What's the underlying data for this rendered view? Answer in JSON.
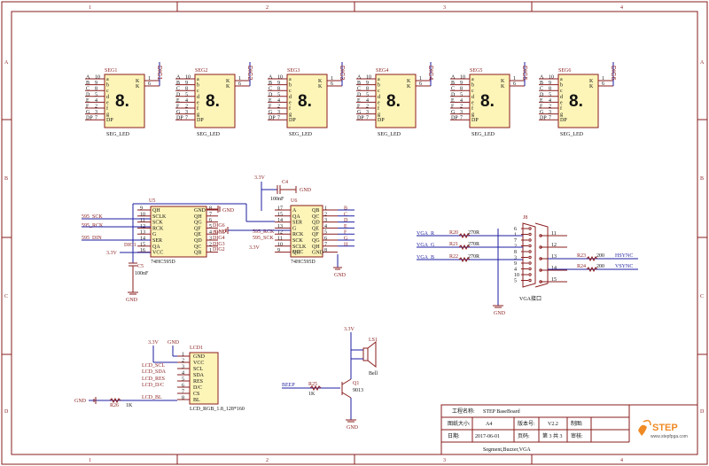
{
  "frame": {
    "columns": [
      "1",
      "2",
      "3",
      "4"
    ],
    "rows": [
      "A",
      "B",
      "C",
      "D"
    ]
  },
  "segments": [
    {
      "ref": "SEG1",
      "bit": "DIG1",
      "glyph": "8.",
      "value": "SEG_LED"
    },
    {
      "ref": "SEG2",
      "bit": "DIG2",
      "glyph": "8.",
      "value": "SEG_LED"
    },
    {
      "ref": "SEG3",
      "bit": "DIG3",
      "glyph": "8.",
      "value": "SEG_LED"
    },
    {
      "ref": "SEG4",
      "bit": "DIG4",
      "glyph": "8.",
      "value": "SEG_LED"
    },
    {
      "ref": "SEG5",
      "bit": "DIG5",
      "glyph": "8.",
      "value": "SEG_LED"
    },
    {
      "ref": "SEG6",
      "bit": "DIG6",
      "glyph": "8.",
      "value": "SEG_LED"
    }
  ],
  "seg_pins": {
    "left_names": [
      "A",
      "B",
      "C",
      "D",
      "E",
      "F",
      "G",
      "DP"
    ],
    "left_nums": [
      "10",
      "9",
      "8",
      "5",
      "4",
      "2",
      "3",
      "7"
    ],
    "inner": [
      "a",
      "b",
      "c",
      "d",
      "e",
      "f",
      "g",
      "DP"
    ],
    "k_label": "K",
    "k_nums": [
      "1",
      "6"
    ]
  },
  "u5": {
    "ref": "U5",
    "part": "74HC595D",
    "left_pins": [
      "QH",
      "SCLK",
      "SCK",
      "RCK",
      "G",
      "SER",
      "QA",
      "VCC"
    ],
    "left_nums": [
      "9",
      "10",
      "11",
      "12",
      "13",
      "14",
      "15",
      "16"
    ],
    "right_pins": [
      "GND",
      "QH",
      "QG",
      "QF",
      "QE",
      "QD",
      "QC",
      "QB"
    ],
    "right_nums": [
      "8",
      "7",
      "6",
      "5",
      "4",
      "3",
      "2",
      "1"
    ],
    "nets_left": [
      "595_SCK",
      "595_RCK",
      "595_DIN"
    ],
    "nets_right": [
      "DIG6",
      "DIG5",
      "DIG4",
      "DIG3",
      "DIG2",
      "DIG1"
    ],
    "gnd": "GND",
    "vcc": "3.3V"
  },
  "u6": {
    "ref": "U6",
    "part": "74HC595D",
    "left_pins": [
      "A",
      "QA",
      "SER",
      "G",
      "RCK",
      "SCK",
      "SCLK",
      "QH"
    ],
    "left_nums": [
      "17",
      "15",
      "14",
      "13",
      "12",
      "11",
      "10",
      "9"
    ],
    "left_vcc": "VCC",
    "right_pins": [
      "QB",
      "QC",
      "QD",
      "QE",
      "QF",
      "QG",
      "QH",
      "GND"
    ],
    "right_nums": [
      "1",
      "2",
      "3",
      "4",
      "5",
      "6",
      "7",
      "8"
    ],
    "outs": [
      "B",
      "C",
      "D",
      "E",
      "F",
      "G",
      "H"
    ],
    "nets_left": [
      "595_RCK",
      "595_SCK"
    ],
    "vcc": "3.3V",
    "gnd": "GND"
  },
  "caps": {
    "c4": {
      "ref": "C4",
      "value": "100nF",
      "vcc": "3.3V",
      "gnd": "GND"
    },
    "c5": {
      "ref": "C5",
      "value": "100nF",
      "gnd": "GND"
    }
  },
  "vga": {
    "ref": "J8",
    "name": "VGA接口",
    "nets": [
      "VGA_R",
      "VGA_G",
      "VGA_B"
    ],
    "resistors": [
      {
        "ref": "R20",
        "value": "270R"
      },
      {
        "ref": "R21",
        "value": "270R"
      },
      {
        "ref": "R22",
        "value": "270R"
      }
    ],
    "pins_left": [
      "6",
      "1",
      "7",
      "2",
      "8",
      "3",
      "9",
      "4",
      "10",
      "5"
    ],
    "pins_right": [
      "11",
      "12",
      "13",
      "14",
      "15"
    ],
    "sync": [
      {
        "ref": "R23",
        "value": "200",
        "net": "HSYNC"
      },
      {
        "ref": "R24",
        "value": "200",
        "net": "VSYNC"
      }
    ],
    "gnd": "GND"
  },
  "lcd": {
    "ref": "LCD1",
    "part": "LCD_RGB_1.8_128*160",
    "pins": [
      "GND",
      "VCC",
      "SCL",
      "SDA",
      "RES",
      "D/C",
      "CS",
      "BL"
    ],
    "nums": [
      "1",
      "2",
      "3",
      "4",
      "5",
      "6",
      "7",
      "8"
    ],
    "nets": [
      "LCD_SCL",
      "LCD_SDA",
      "LCD_RES",
      "LCD_D/C",
      "LCD_BL"
    ],
    "vcc": "3.3V",
    "gnd": "GND",
    "res": {
      "ref": "R26",
      "value": "1K"
    }
  },
  "buzzer": {
    "net": "BEEP",
    "res": {
      "ref": "R25",
      "value": "1K"
    },
    "q": {
      "ref": "Q1",
      "part": "9013"
    },
    "ls": {
      "ref": "LS1",
      "part": "Bell"
    },
    "vcc": "3.3V",
    "gnd": "GND"
  },
  "title_block": {
    "name_label": "工程名称:",
    "name_value": "STEP BaseBoard",
    "size_label": "图纸大小:",
    "size_value": "A4",
    "ver_label": "版本号:",
    "ver_value": "V2.2",
    "drawn_label": "制图:",
    "date_label": "日期:",
    "date_value": "2017-06-01",
    "page_label": "页码:",
    "page_value": "第 3 共 3",
    "review_label": "审核:",
    "sheet_title": "Segment,Buzzer,VGA",
    "logo": "STEP",
    "logo_url": "www.stepfpga.com"
  }
}
